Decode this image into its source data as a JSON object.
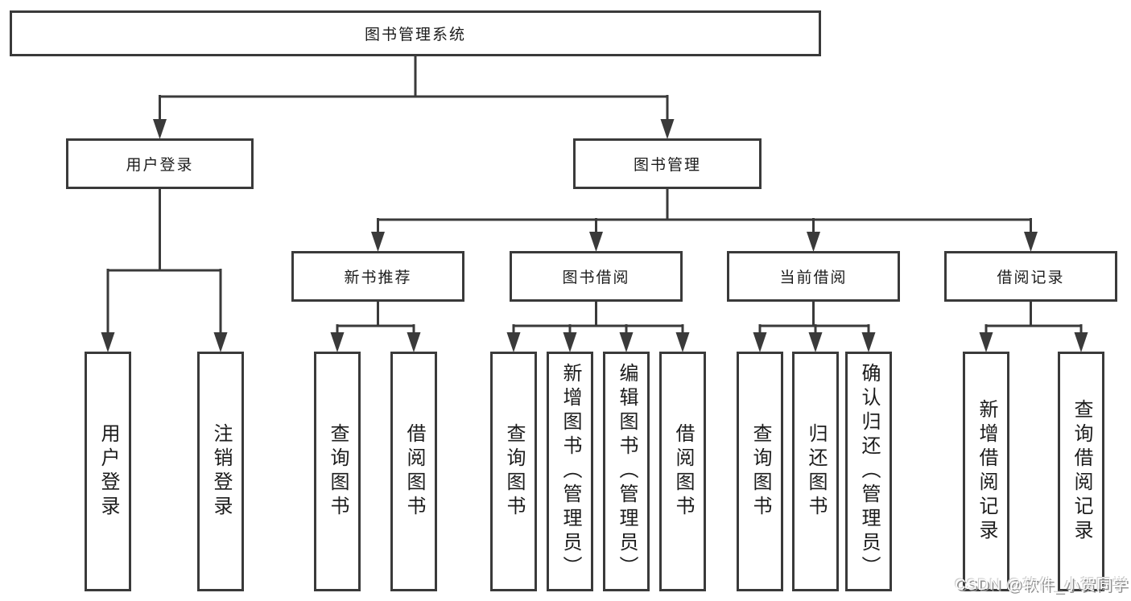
{
  "tree": {
    "label": "图书管理系统",
    "children": [
      {
        "label": "用户登录",
        "children": [
          {
            "label": "用户登录"
          },
          {
            "label": "注销登录"
          }
        ]
      },
      {
        "label": "图书管理",
        "children": [
          {
            "label": "新书推荐",
            "children": [
              {
                "label": "查询图书"
              },
              {
                "label": "借阅图书"
              }
            ]
          },
          {
            "label": "图书借阅",
            "children": [
              {
                "label": "查询图书"
              },
              {
                "label": "新增图书（管理员）"
              },
              {
                "label": "编辑图书（管理员）"
              },
              {
                "label": "借阅图书"
              }
            ]
          },
          {
            "label": "当前借阅",
            "children": [
              {
                "label": "查询图书"
              },
              {
                "label": "归还图书"
              },
              {
                "label": "确认归还（管理员）"
              }
            ]
          },
          {
            "label": "借阅记录",
            "children": [
              {
                "label": "新增借阅记录"
              },
              {
                "label": "查询借阅记录"
              }
            ]
          }
        ]
      }
    ]
  },
  "watermark": {
    "text": "CSDN @软件_小贺同学"
  },
  "colors": {
    "line": "#3a3a3a",
    "text": "#1c1c1c",
    "background": "#ffffff",
    "watermark_fill": "#fdfdfd",
    "watermark_shadow": "#8f8f8f"
  }
}
